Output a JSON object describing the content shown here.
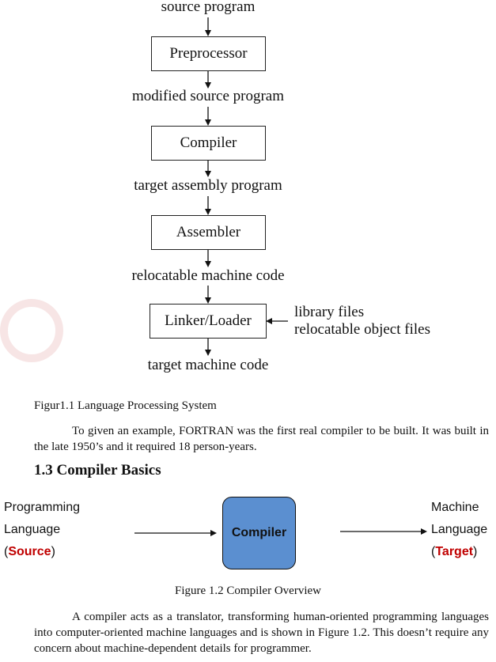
{
  "diagram1": {
    "source_program": "source program",
    "preprocessor": "Preprocessor",
    "modified_source": "modified source program",
    "compiler": "Compiler",
    "target_assembly": "target assembly program",
    "assembler": "Assembler",
    "relocatable_code": "relocatable machine code",
    "linker_loader": "Linker/Loader",
    "library_files": "library files",
    "relocatable_objects": "relocatable object files",
    "target_machine_code": "target machine code"
  },
  "figure1_caption": "Figur1.1 Language Processing System",
  "paragraph1": "To given an example, FORTRAN was the first real compiler to be built. It was built in the late 1950’s and it required 18 person-years.",
  "section_heading": "1.3 Compiler Basics",
  "diagram2": {
    "left_line1": "Programming",
    "left_line2": "Language",
    "left_open": "(",
    "left_source": "Source",
    "left_close": ")",
    "compiler": "Compiler",
    "right_line1": "Machine",
    "right_line2": "Language",
    "right_open": "(",
    "right_target": "Target",
    "right_close": ")"
  },
  "figure2_caption": "Figure 1.2 Compiler Overview",
  "paragraph2": "A compiler acts as a translator, transforming human-oriented programming languages into computer-oriented machine languages and is shown in Figure 1.2. This doesn’t require any concern about machine-dependent details for programmer."
}
